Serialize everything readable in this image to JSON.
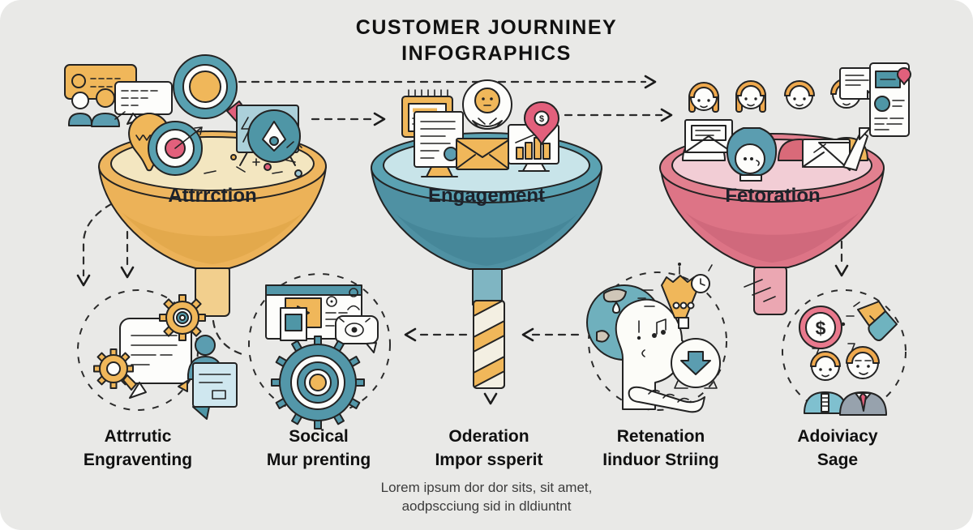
{
  "title": {
    "line1": "CUSTOMER JOURNINEY",
    "line2": "INFOGRAPHICS"
  },
  "funnels": [
    {
      "label": "Attrrction",
      "color": "#ecb258",
      "liquid": "#f3e6c0"
    },
    {
      "label": "Engagement",
      "color": "#5397a9",
      "liquid": "#c8e4e9"
    },
    {
      "label": "Fetoration",
      "color": "#dd7486",
      "liquid": "#f2cdd5"
    }
  ],
  "stages": [
    {
      "line1": "Attrrutic",
      "line2": "Engraventing"
    },
    {
      "line1": "Socical",
      "line2": "Mur prenting"
    },
    {
      "line1": "Oderation",
      "line2": "Impor ssperit"
    },
    {
      "line1": "Retenation",
      "line2": "Iinduor Striing"
    },
    {
      "line1": "Adoiviacy",
      "line2": "Sage"
    }
  ],
  "caption": {
    "line1": "Lorem ipsum dor dor sits, sit amet,",
    "line2": "aodpscciung sid in dldiuntnt"
  },
  "icons": {
    "dollar": "$",
    "top_left_cluster": [
      "chat-bubble-icon",
      "speech-bubble-icon",
      "people-icon",
      "magnifier-icon",
      "location-pin-icon",
      "target-icon",
      "presentation-board-icon",
      "pen-tool-icon"
    ],
    "top_middle_cluster": [
      "notepad-icon",
      "document-monitor-icon",
      "avatar-icon",
      "envelope-icon",
      "bar-chart-monitor-icon",
      "price-pin-icon"
    ],
    "top_right_cluster": [
      "people-group-icon",
      "envelope-icon",
      "idea-bulb-icon",
      "open-letter-icon",
      "profile-card-icon"
    ],
    "circle_1": [
      "gears-icon",
      "speech-note-icon",
      "person-card-icon"
    ],
    "circle_2": [
      "browser-window-icon",
      "eye-bubble-icon",
      "gear-icon"
    ],
    "circle_3": [
      "globe-icon",
      "thinking-head-icon",
      "mini-funnel-icon",
      "download-orb-icon",
      "hand-icon"
    ],
    "circle_4": [
      "dollar-coin-icon",
      "pen-icon",
      "business-people-icon"
    ]
  },
  "colors": {
    "background": "#e9e9e7",
    "ink": "#232323",
    "yellow": "#f0b75a",
    "teal": "#5b9db0",
    "pink": "#e2607c",
    "text": "#111111"
  }
}
